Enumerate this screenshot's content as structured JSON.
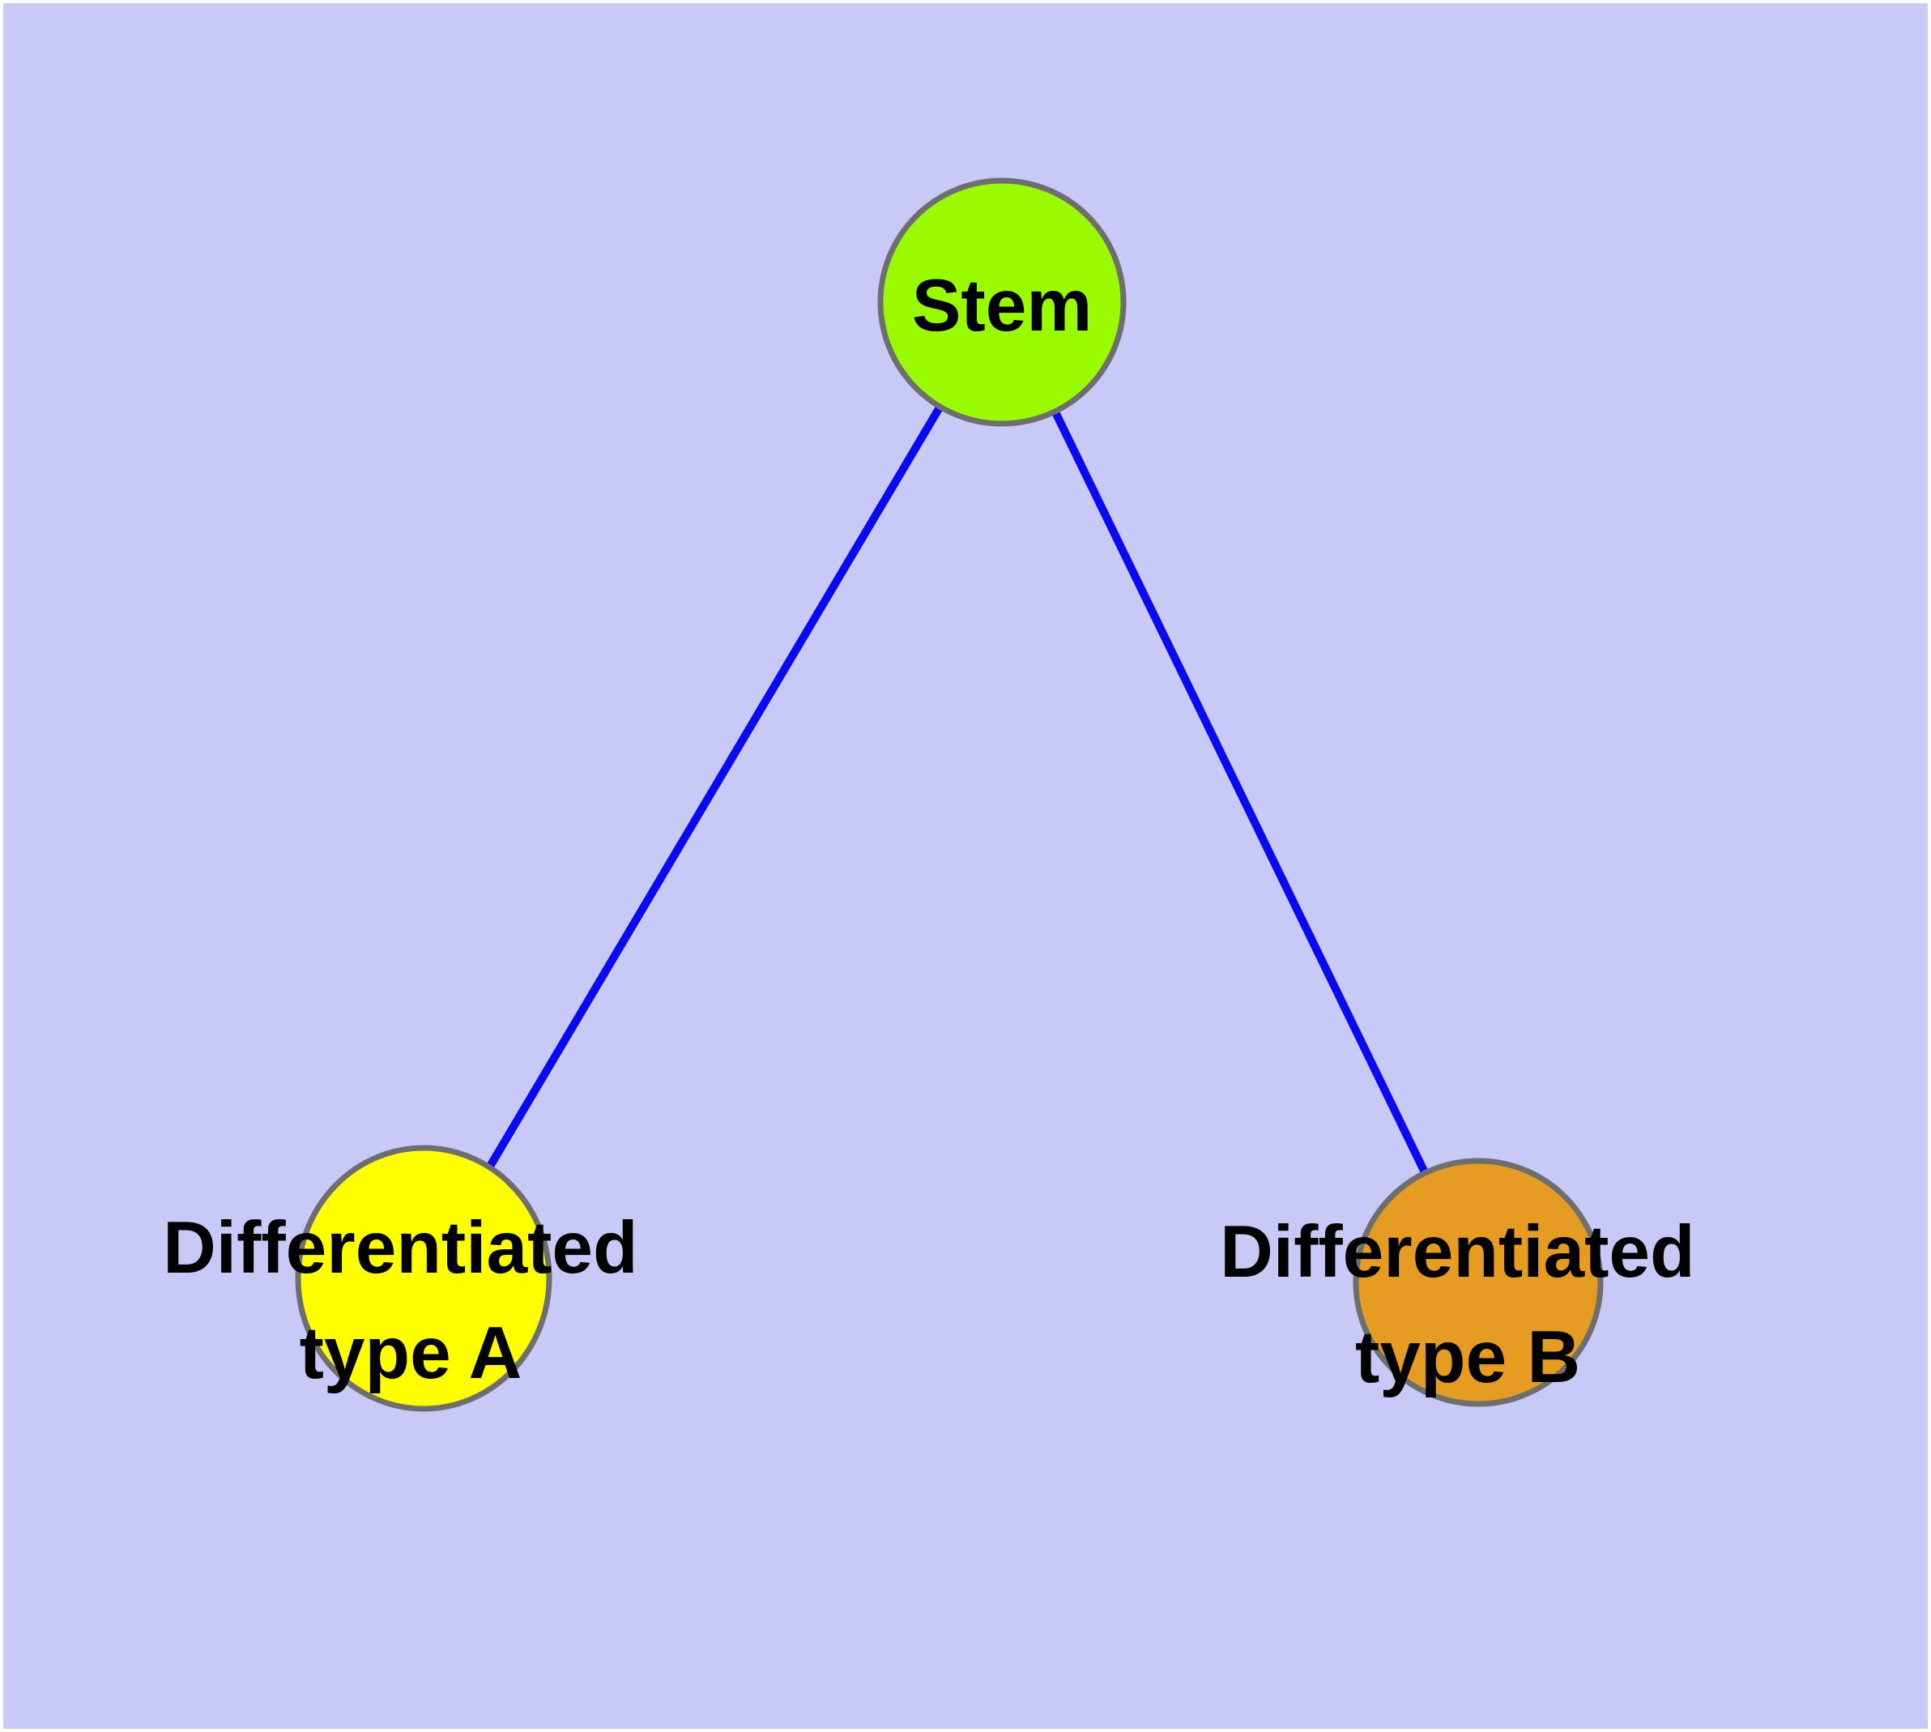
{
  "diagram": {
    "title": "",
    "background": "#C9C9F8",
    "margin_color": "#FFFFFF",
    "edge_color": "#0A0AF0",
    "node_border_color": "#6E6E6E",
    "text_color": "#000000",
    "nodes": [
      {
        "id": "stem",
        "label": "Stem",
        "label_lines": [
          "Stem"
        ],
        "color": "#9AFA00",
        "shape": "circle"
      },
      {
        "id": "type-a",
        "label": "Differentiated type A",
        "label_lines": [
          "Differentiated",
          "type A"
        ],
        "color": "#FFFF00",
        "shape": "circle"
      },
      {
        "id": "type-b",
        "label": "Differentiated type B",
        "label_lines": [
          "Differentiated",
          "type B"
        ],
        "color": "#E69B23",
        "shape": "circle"
      }
    ],
    "edges": [
      {
        "from": "stem",
        "to": "type-a"
      },
      {
        "from": "stem",
        "to": "type-b"
      }
    ]
  }
}
